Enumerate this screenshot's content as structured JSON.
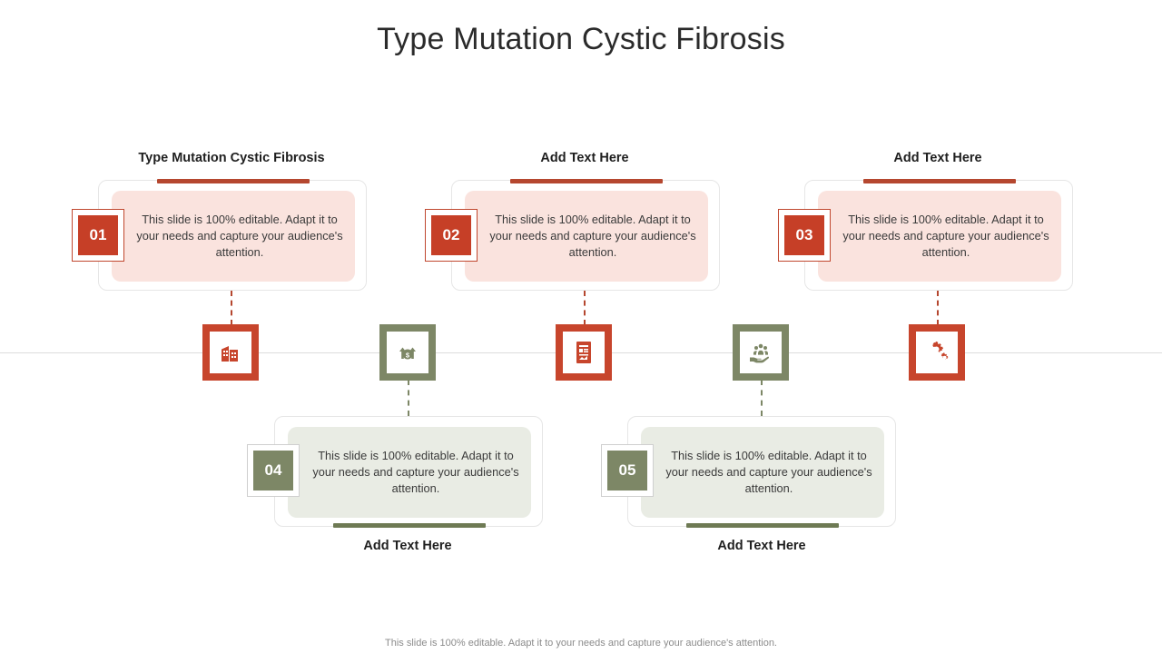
{
  "slide": {
    "title": "Type Mutation Cystic Fibrosis",
    "footer": "This slide is 100% editable. Adapt it to your needs and capture your audience's attention."
  },
  "colors": {
    "red_accent": "#b5472f",
    "red_badge": "#c63f27",
    "red_tile": "#c7452c",
    "red_card_bg": "#fae3de",
    "green_accent": "#6e7a54",
    "green_badge": "#7d8766",
    "green_tile": "#7d8766",
    "green_card_bg": "#e9ece4",
    "title_text": "#2b2b2b",
    "body_text": "#3a3a3a",
    "timeline_line": "#dcdcdc",
    "footer_text": "#8b8b8b"
  },
  "items": [
    {
      "number": "01",
      "heading": "Type Mutation Cystic Fibrosis",
      "body": "This slide is 100% editable. Adapt it to your needs and capture your audience's attention.",
      "theme": "red",
      "position": "top",
      "icon": "building-icon"
    },
    {
      "number": "02",
      "heading": "Add  Text Here",
      "body": "This slide is 100% editable. Adapt it to your needs and capture your audience's attention.",
      "theme": "red",
      "position": "top",
      "icon": "document-report-icon"
    },
    {
      "number": "03",
      "heading": "Add  Text Here",
      "body": "This slide is 100% editable. Adapt it to your needs and capture your audience's attention.",
      "theme": "red",
      "position": "top",
      "icon": "gears-icon"
    },
    {
      "number": "04",
      "heading": "Add  Text Here",
      "body": "This slide is 100% editable. Adapt it to your needs and capture your audience's attention.",
      "theme": "green",
      "position": "bottom",
      "icon": "money-growth-icon"
    },
    {
      "number": "05",
      "heading": "Add  Text Here",
      "body": "This slide is 100% editable. Adapt it to your needs and capture your audience's attention.",
      "theme": "green",
      "position": "bottom",
      "icon": "hand-people-icon"
    }
  ]
}
